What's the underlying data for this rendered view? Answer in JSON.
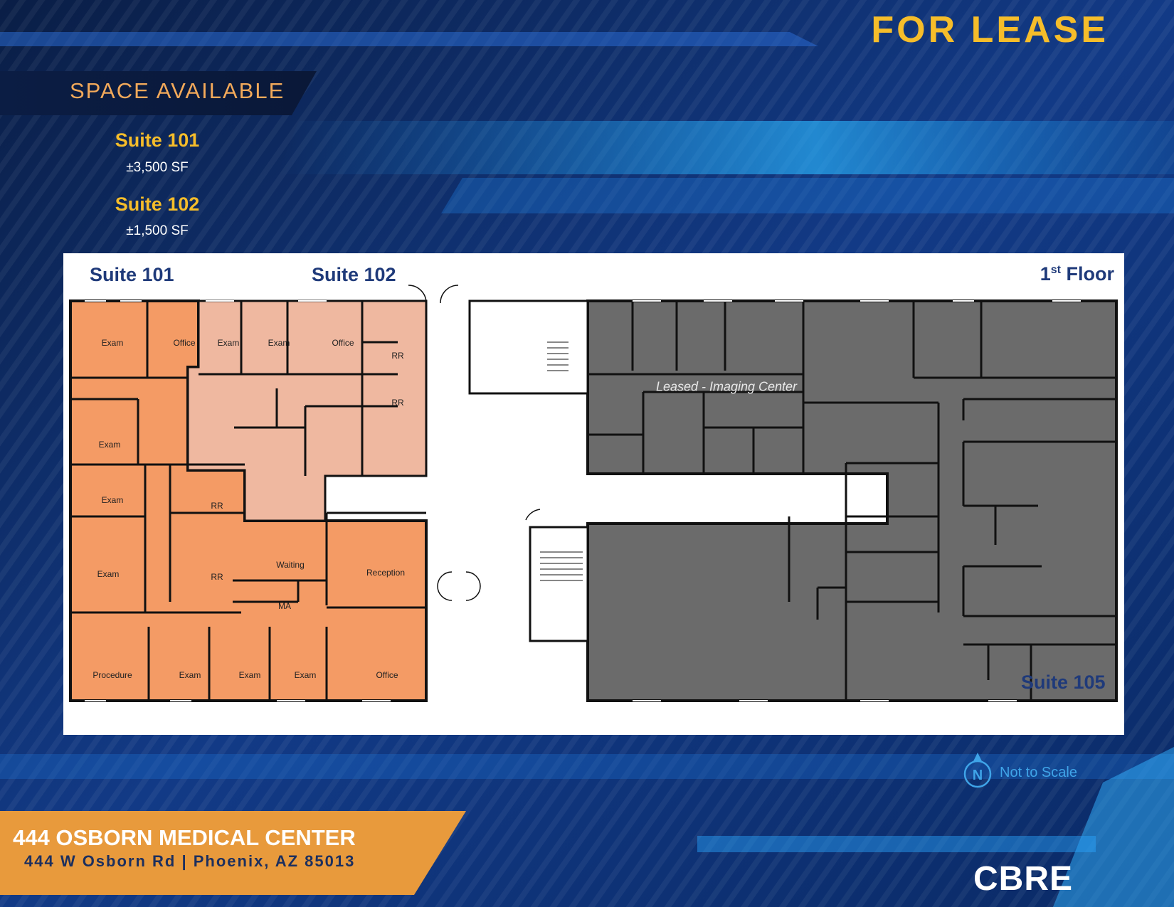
{
  "header": {
    "status": "FOR LEASE"
  },
  "availability": {
    "heading": "SPACE AVAILABLE",
    "suites": [
      {
        "name": "Suite 101",
        "size": "±3,500 SF"
      },
      {
        "name": "Suite 102",
        "size": "±1,500 SF"
      }
    ]
  },
  "floorplan": {
    "floor": "1",
    "floor_suffix": "st",
    "floor_word": "Floor",
    "suite_labels": {
      "s101": "Suite 101",
      "s102": "Suite 102",
      "s105": "Suite 105"
    },
    "leased_label": "Leased - Imaging Center",
    "rooms": {
      "r1": "Exam",
      "r2": "Office",
      "r3": "Exam",
      "r4": "Exam",
      "r5": "Office",
      "r6": "RR",
      "r7": "RR",
      "r8": "Exam",
      "r9": "Exam",
      "r10": "RR",
      "r11": "Exam",
      "r12": "RR",
      "r13": "Waiting",
      "r14": "Reception",
      "r15": "MA",
      "r16": "Procedure",
      "r17": "Exam",
      "r18": "Exam",
      "r19": "Exam",
      "r20": "Office"
    },
    "colors": {
      "suite101": "#f49b65",
      "suite102": "#efb8a0",
      "leased": "#6b6b6b"
    }
  },
  "footer": {
    "scale_note": "Not to Scale",
    "building_name": "444 OSBORN MEDICAL CENTER",
    "address": "444 W Osborn Rd | Phoenix, AZ 85013",
    "brand": "CBRE",
    "north_letter": "N"
  }
}
